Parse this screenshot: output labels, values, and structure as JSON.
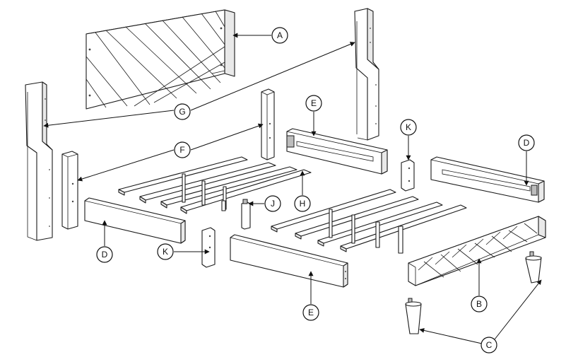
{
  "labels": {
    "A": "A",
    "B": "B",
    "C": "C",
    "D_left": "D",
    "D_right": "D",
    "E_top": "E",
    "E_bottom": "E",
    "F": "F",
    "G": "G",
    "H": "H",
    "J": "J",
    "K_left": "K",
    "K_right": "K"
  }
}
